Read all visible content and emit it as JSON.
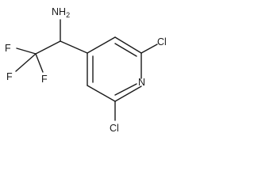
{
  "molecule": {
    "atoms": {
      "amine_label": "NH2",
      "amine_main": "NH",
      "amine_sub": "2",
      "fluorine_upper": "F",
      "fluorine_left": "F",
      "fluorine_lower": "F",
      "ring_nitrogen": "N",
      "chlorine_upper": "Cl",
      "chlorine_lower": "Cl"
    },
    "colors": {
      "ink": "#1a1a1a",
      "background": "#ffffff"
    }
  }
}
